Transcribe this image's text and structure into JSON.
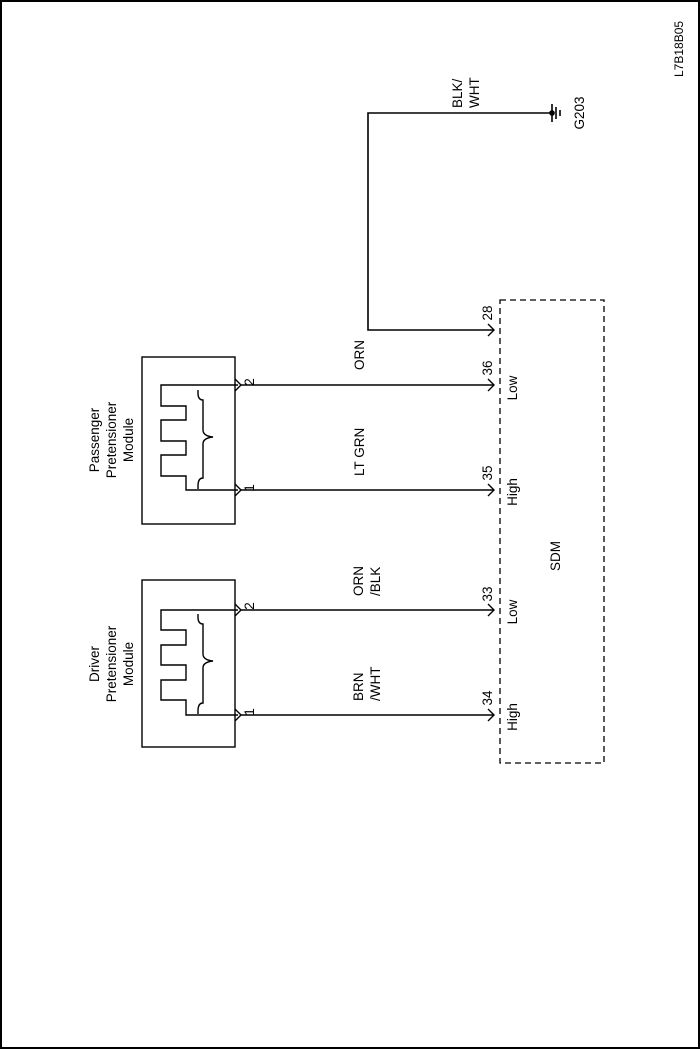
{
  "figure_id": "L7B18B05",
  "modules": {
    "passenger": {
      "title_lines": [
        "Passenger",
        "Pretensioner",
        "Module"
      ],
      "pin1": "1",
      "pin2": "2"
    },
    "driver": {
      "title_lines": [
        "Driver",
        "Pretensioner",
        "Module"
      ],
      "pin1": "1",
      "pin2": "2"
    }
  },
  "wires": {
    "passenger_low": {
      "color": "ORN"
    },
    "passenger_high": {
      "color": "LT GRN"
    },
    "driver_low": {
      "color_lines": [
        "ORN",
        "/BLK"
      ]
    },
    "driver_high": {
      "color_lines": [
        "BRN",
        "/WHT"
      ]
    },
    "ground": {
      "color_lines": [
        "BLK/",
        "WHT"
      ]
    }
  },
  "sdm": {
    "label": "SDM",
    "pins": {
      "p28": {
        "number": "28"
      },
      "p36": {
        "number": "36",
        "function": "Low"
      },
      "p35": {
        "number": "35",
        "function": "High"
      },
      "p33": {
        "number": "33",
        "function": "Low"
      },
      "p34": {
        "number": "34",
        "function": "High"
      }
    }
  },
  "ground": {
    "label": "G203"
  }
}
